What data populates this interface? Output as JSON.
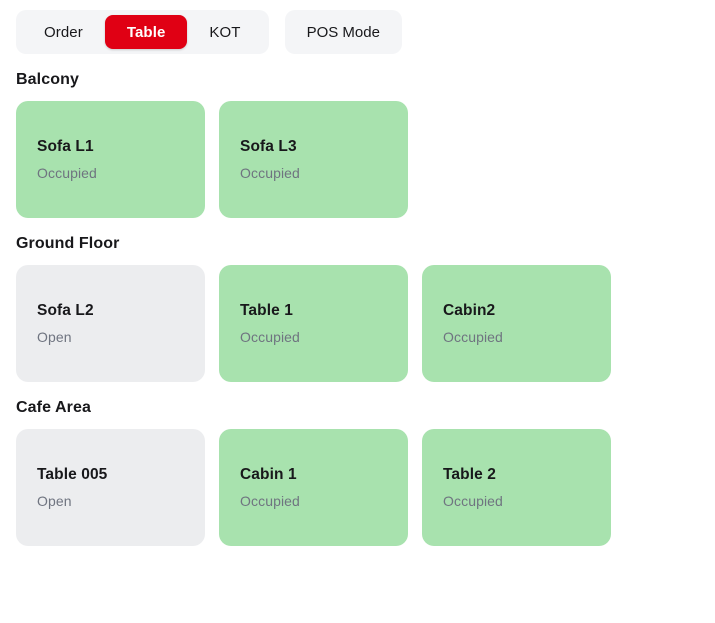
{
  "topbar": {
    "tabs": [
      {
        "label": "Order",
        "active": false
      },
      {
        "label": "Table",
        "active": true
      },
      {
        "label": "KOT",
        "active": false
      }
    ],
    "pos_mode_label": "POS Mode",
    "active_tab": "Table",
    "accent_color": "#e00014",
    "tab_group_bg": "#f4f5f7"
  },
  "colors": {
    "occupied_bg": "#a8e2ae",
    "open_bg": "#ecedef",
    "title_text": "#18181b",
    "status_text": "#6f7480"
  },
  "status_labels": {
    "occupied": "Occupied",
    "open": "Open"
  },
  "sections": [
    {
      "title": "Balcony",
      "tables": [
        {
          "name": "Sofa L1",
          "status": "Occupied"
        },
        {
          "name": "Sofa L3",
          "status": "Occupied"
        }
      ]
    },
    {
      "title": "Ground Floor",
      "tables": [
        {
          "name": "Sofa L2",
          "status": "Open"
        },
        {
          "name": "Table 1",
          "status": "Occupied"
        },
        {
          "name": "Cabin2",
          "status": "Occupied"
        }
      ]
    },
    {
      "title": "Cafe Area",
      "tables": [
        {
          "name": "Table 005",
          "status": "Open"
        },
        {
          "name": "Cabin 1",
          "status": "Occupied"
        },
        {
          "name": "Table 2",
          "status": "Occupied"
        }
      ]
    }
  ]
}
